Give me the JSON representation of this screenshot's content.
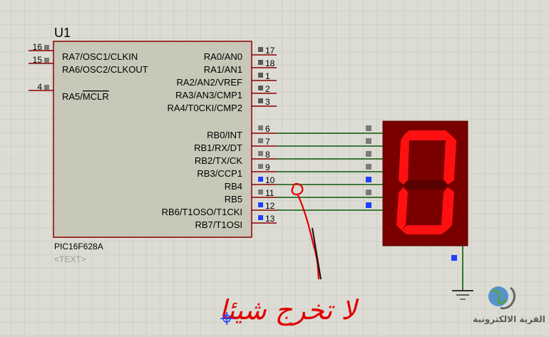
{
  "component": {
    "ref": "U1",
    "part": "PIC16F628A",
    "text_placeholder": "<TEXT>",
    "left_pins": [
      {
        "num": "16",
        "label": "RA7/OSC1/CLKIN"
      },
      {
        "num": "15",
        "label": "RA6/OSC2/CLKOUT"
      },
      {
        "num": "4",
        "label_prefix": "RA5/",
        "label_overline": "MCLR"
      }
    ],
    "right_pins": [
      {
        "num": "17",
        "label": "RA0/AN0",
        "state": "none"
      },
      {
        "num": "18",
        "label": "RA1/AN1",
        "state": "none"
      },
      {
        "num": "1",
        "label": "RA2/AN2/VREF",
        "state": "none"
      },
      {
        "num": "2",
        "label": "RA3/AN3/CMP1",
        "state": "none"
      },
      {
        "num": "3",
        "label": "RA4/T0CKI/CMP2",
        "state": "none"
      },
      {
        "num": "6",
        "label": "RB0/INT",
        "state": "low"
      },
      {
        "num": "7",
        "label": "RB1/RX/DT",
        "state": "low"
      },
      {
        "num": "8",
        "label": "RB2/TX/CK",
        "state": "low"
      },
      {
        "num": "9",
        "label": "RB3/CCP1",
        "state": "low"
      },
      {
        "num": "10",
        "label": "RB4",
        "state": "high"
      },
      {
        "num": "11",
        "label": "RB5",
        "state": "low"
      },
      {
        "num": "12",
        "label": "RB6/T1OSO/T1CKI",
        "state": "high"
      },
      {
        "num": "13",
        "label": "RB7/T1OSI",
        "state": "high"
      }
    ]
  },
  "display": {
    "digit": "0",
    "segments_on": [
      "a",
      "b",
      "c",
      "d",
      "e",
      "f"
    ],
    "segments_off": [
      "g"
    ],
    "input_states": [
      "low",
      "low",
      "low",
      "low",
      "high",
      "low",
      "high"
    ]
  },
  "annotation": {
    "handwritten_text": "لا تخرج شيئا"
  },
  "watermark": {
    "text": "القرية الالكترونية"
  },
  "colors": {
    "background": "#dcdcd4",
    "grid": "#c3c3bb",
    "chip_body": "#c8c8b8",
    "chip_border": "#8b0000",
    "wire": "#0b5a0b",
    "pin_low": "#7a7a7a",
    "pin_high": "#1f3fff",
    "segment_on": "#ff1010",
    "segment_off": "#5a0000",
    "display_bg": "#7a0000",
    "ink": "#e00000"
  }
}
